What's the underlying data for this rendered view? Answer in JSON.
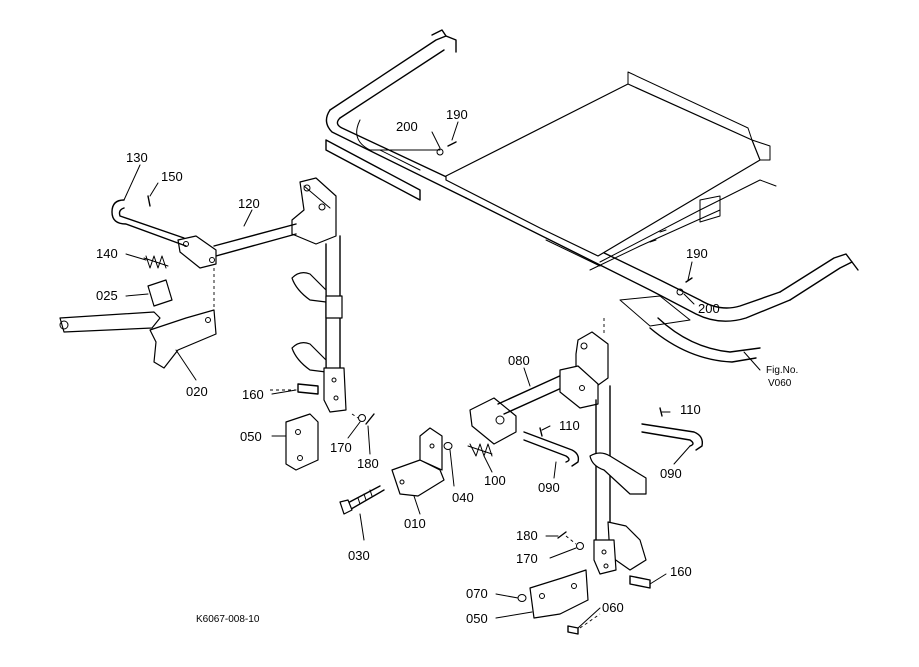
{
  "drawing_code": "K6067-008-10",
  "fig_ref": {
    "label": "Fig.No.",
    "number": "V060"
  },
  "parts": {
    "p010": "010",
    "p020": "020",
    "p025": "025",
    "p030": "030",
    "p040": "040",
    "p050a": "050",
    "p050b": "050",
    "p060": "060",
    "p070": "070",
    "p080": "080",
    "p090a": "090",
    "p090b": "090",
    "p100": "100",
    "p110a": "110",
    "p110b": "110",
    "p120": "120",
    "p130": "130",
    "p140": "140",
    "p150": "150",
    "p160a": "160",
    "p160b": "160",
    "p170a": "170",
    "p170b": "170",
    "p180a": "180",
    "p180b": "180",
    "p190a": "190",
    "p190b": "190",
    "p200a": "200",
    "p200b": "200"
  }
}
